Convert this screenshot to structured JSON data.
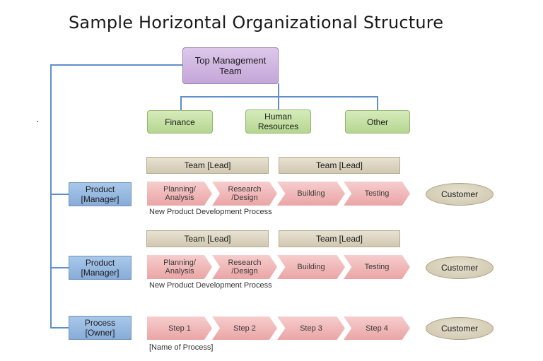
{
  "title": "Sample Horizontal Organizational Structure",
  "top_management": "Top Management\nTeam",
  "functions": [
    "Finance",
    "Human\nResources",
    "Other"
  ],
  "rows": [
    {
      "owner": "Product\n[Manager]",
      "leads": [
        "Team [Lead]",
        "Team [Lead]"
      ],
      "steps": [
        "Planning/\nAnalysis",
        "Research\n/Design",
        "Building",
        "Testing"
      ],
      "customer": "Customer",
      "caption": "New Product Development Process"
    },
    {
      "owner": "Product\n[Manager]",
      "leads": [
        "Team [Lead]",
        "Team [Lead]"
      ],
      "steps": [
        "Planning/\nAnalysis",
        "Research\n/Design",
        "Building",
        "Testing"
      ],
      "customer": "Customer",
      "caption": "New Product Development Process"
    },
    {
      "owner": "Process\n[Owner]",
      "steps": [
        "Step 1",
        "Step 2",
        "Step 3",
        "Step 4"
      ],
      "customer": "Customer",
      "caption": "[Name of Process]"
    }
  ],
  "colors": {
    "connector": "#5f8fc8",
    "top_box": "#c4a6d8",
    "function_box": "#b5d690",
    "lead_box": "#d2c8b2",
    "owner_box": "#87acd8",
    "process_step": "#eaa5a5",
    "customer": "#cdc4a8"
  }
}
